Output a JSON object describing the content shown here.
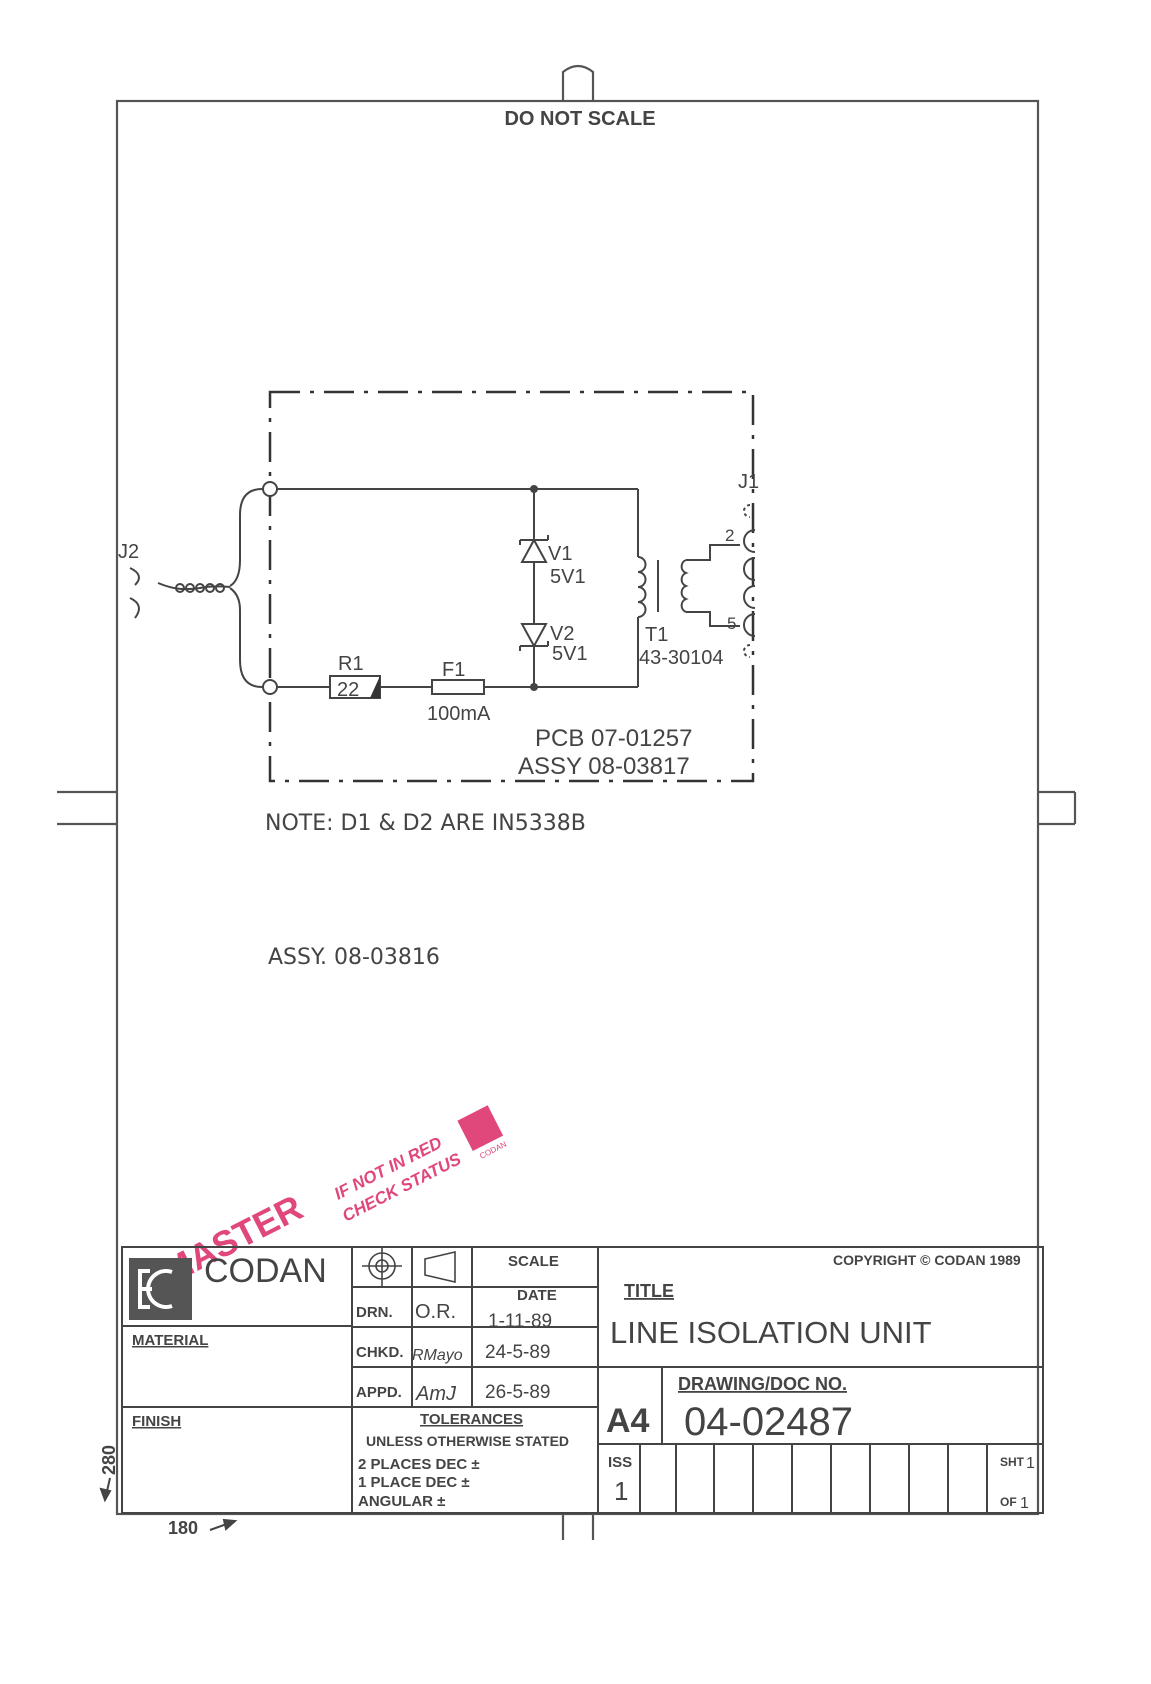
{
  "header": {
    "do_not_scale": "DO NOT SCALE"
  },
  "schematic": {
    "j1": "J1",
    "j2": "J2",
    "v1": "V1",
    "v1_value": "5V1",
    "v2": "V2",
    "v2_value": "5V1",
    "t1": "T1",
    "t1_part": "43-30104",
    "pin2": "2",
    "pin5": "5",
    "r1": "R1",
    "r1_value": "22",
    "f1": "F1",
    "f1_value": "100mA",
    "pcb": "PCB 07-01257",
    "assy": "ASSY 08-03817"
  },
  "note": "NOTE: D1 & D2 ARE IN5338B",
  "assy_bottom": "ASSY. 08-03816",
  "stamp": {
    "master": "MASTER",
    "line1": "IF NOT IN RED",
    "line2": "CHECK STATUS",
    "logo": "CODAN",
    "color": "#e0477a"
  },
  "title_block": {
    "company": "CODAN",
    "material_label": "MATERIAL",
    "finish_label": "FINISH",
    "scale_label": "SCALE",
    "drn_label": "DRN.",
    "drn_value": "O.R.",
    "date_label": "DATE",
    "date_value": "1-11-89",
    "chkd_label": "CHKD.",
    "chkd_sig": "RMayo",
    "chkd_date": "24-5-89",
    "appd_label": "APPD.",
    "appd_sig": "AmJ",
    "appd_date": "26-5-89",
    "tolerances_label": "TOLERANCES",
    "unless_label": "UNLESS OTHERWISE STATED",
    "two_places": "2 PLACES DEC  ±",
    "one_place": "1 PLACE DEC  ±",
    "angular": "ANGULAR  ±",
    "copyright": "COPYRIGHT © CODAN 1989",
    "title_label": "TITLE",
    "title_value": "LINE ISOLATION UNIT",
    "size": "A4",
    "drawing_label": "DRAWING/DOC NO.",
    "drawing_value": "04-02487",
    "iss_label": "ISS",
    "iss_value": "1",
    "sht_label": "SHT",
    "sht_value": "1",
    "of_label": "OF",
    "of_value": "1"
  },
  "margin": {
    "dim_280": "280",
    "dim_180": "180"
  }
}
